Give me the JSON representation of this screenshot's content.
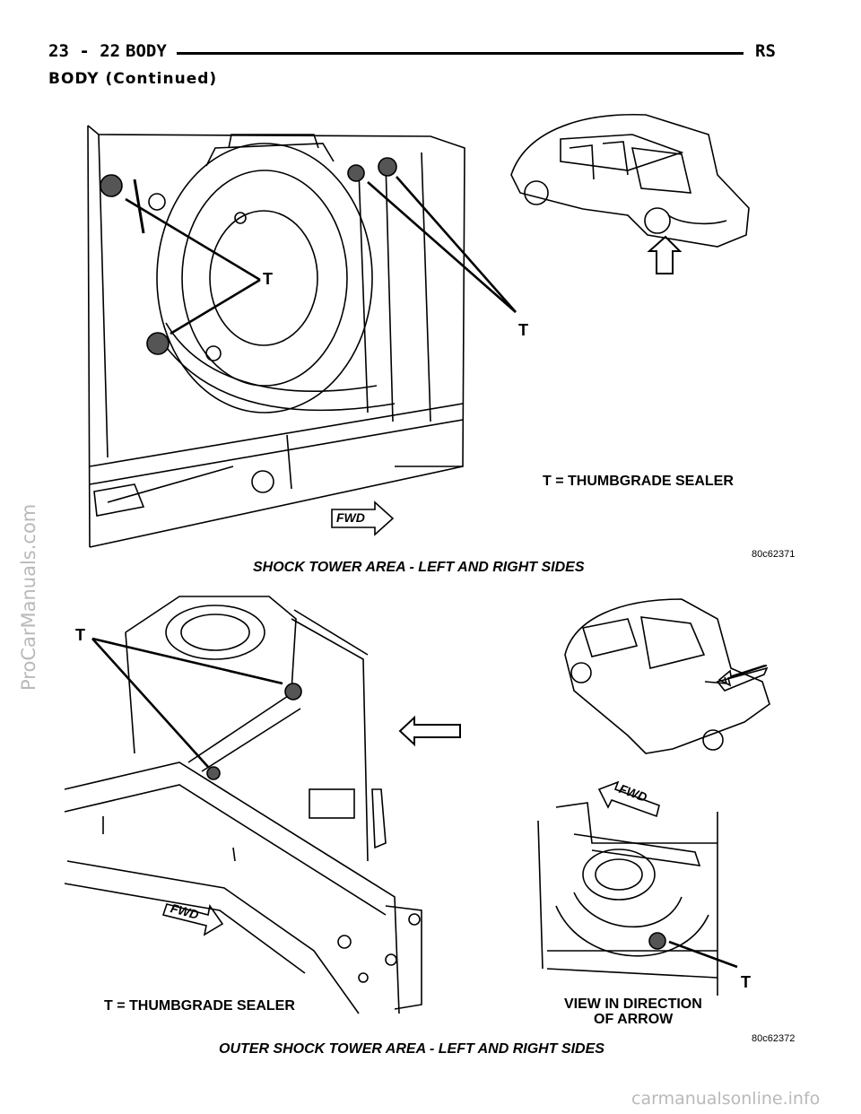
{
  "header": {
    "page_number": "23 - 22",
    "section": "BODY",
    "model_code": "RS",
    "continued": "BODY (Continued)"
  },
  "figure1": {
    "legend": "T = THUMBGRADE SEALER",
    "fwd": "FWD",
    "callout_left": "T",
    "callout_right": "T",
    "figure_id": "80c62371",
    "caption": "SHOCK TOWER AREA - LEFT AND RIGHT SIDES"
  },
  "figure2": {
    "callout_top": "T",
    "legend": "T = THUMBGRADE SEALER",
    "fwd_main": "FWD",
    "fwd_inset": "FWD",
    "callout_inset": "T",
    "view_line1": "VIEW IN DIRECTION",
    "view_line2": "OF ARROW",
    "figure_id": "80c62372",
    "caption": "OUTER SHOCK TOWER AREA - LEFT AND RIGHT SIDES"
  },
  "watermarks": {
    "side": "ProCarManuals.com",
    "footer": "carmanualsonline.info"
  }
}
